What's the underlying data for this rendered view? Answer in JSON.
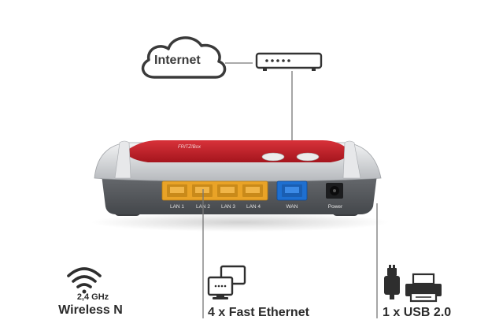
{
  "internet": {
    "label": "Internet"
  },
  "router": {
    "brand": "FRITZ!Box",
    "ports": [
      "LAN 1",
      "LAN 2",
      "LAN 3",
      "LAN 4",
      "WAN",
      "Power"
    ]
  },
  "features": {
    "wifi_band": "2,4 GHz",
    "wifi_label": "Wireless N",
    "ethernet_label": "4 x Fast Ethernet",
    "usb_label": "1 x USB 2.0"
  },
  "colors": {
    "router_red": "#c8202a",
    "router_silver": "#c9cbce",
    "lan_yellow": "#e9a327",
    "wan_blue": "#1e6fd0",
    "line_gray": "#777777",
    "icon_dark": "#2e2e2e"
  }
}
